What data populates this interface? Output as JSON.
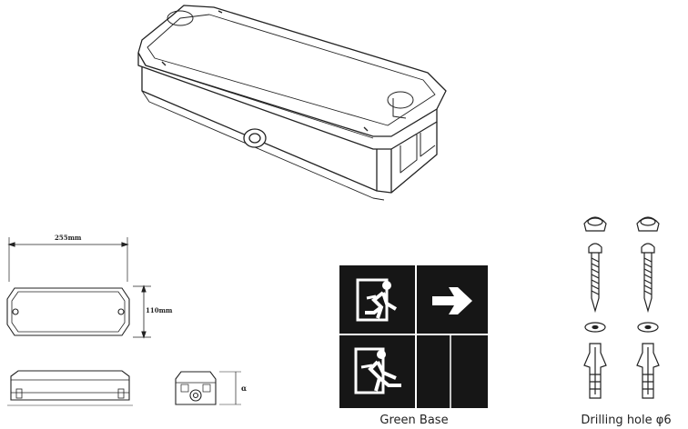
{
  "dimensions": {
    "width_label": "255mm",
    "height_label": "110mm",
    "depth_label": "α"
  },
  "sign_panel": {
    "caption": "Green Base",
    "colors": {
      "background": "#161616",
      "divider": "#ffffff",
      "glyph": "#ffffff"
    },
    "icons": [
      "running-man-icon",
      "arrow-right-icon",
      "running-man-icon"
    ]
  },
  "fixings": {
    "caption": "Drilling hole φ6",
    "items": [
      "cap-washer-icon",
      "screw-icon",
      "flat-washer-icon",
      "wall-plug-icon"
    ]
  }
}
